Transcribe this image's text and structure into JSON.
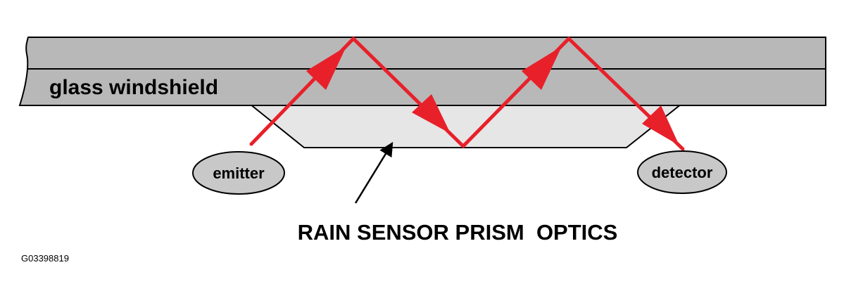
{
  "labels": {
    "windshield": "glass windshield",
    "emitter": "emitter",
    "detector": "detector",
    "caption": "RAIN SENSOR PRISM  OPTICS",
    "figure_id": "G03398819"
  },
  "colors": {
    "glass": "#b8b8b8",
    "prism": "#e6e6e6",
    "component": "#c8c8c8",
    "beam": "#e8202a",
    "outline": "#000000",
    "pointer": "#000000"
  }
}
